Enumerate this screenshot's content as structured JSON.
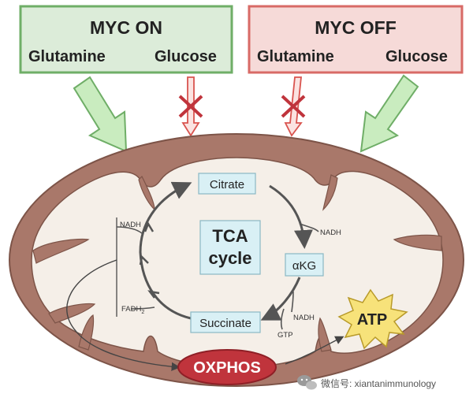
{
  "myc_on": {
    "title": "MYC ON",
    "nutrient_left": "Glutamine",
    "nutrient_right": "Glucose",
    "fill_color": "#dcecd9",
    "border_color": "#6fae67"
  },
  "myc_off": {
    "title": "MYC OFF",
    "nutrient_left": "Glutamine",
    "nutrient_right": "Glucose",
    "fill_color": "#f6dad8",
    "border_color": "#d86a66"
  },
  "cycle": {
    "center_line1": "TCA",
    "center_line2": "cycle",
    "citrate": "Citrate",
    "akg": "αKG",
    "succinate": "Succinate",
    "nadh_akg": "NADH",
    "nadh_succ": "NADH",
    "gtp": "GTP",
    "nadh_left": "NADH",
    "fadh2_base": "FADH",
    "fadh2_sub": "2"
  },
  "oxphos": {
    "label": "OXPHOS",
    "color": "#c0343c"
  },
  "atp": {
    "label": "ATP",
    "color": "#f7e27a"
  },
  "watermark": {
    "text": "微信号: xiantanimmunology"
  },
  "colors": {
    "mito_outer": "#a9786a",
    "mito_inner": "#f5efe8",
    "node_fill": "#d9f0f5",
    "green_arrow": "#c9ecbf",
    "red_arrow": "#d9544f"
  }
}
